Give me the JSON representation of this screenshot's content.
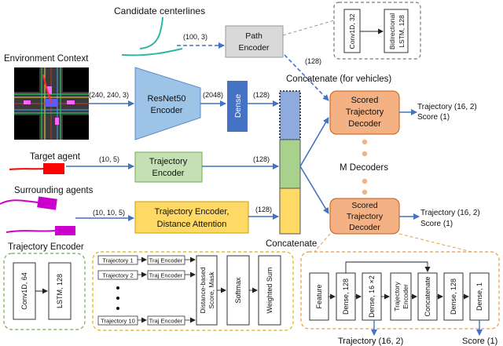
{
  "labels": {
    "candidate": "Candidate centerlines",
    "env": "Environment Context",
    "target": "Target agent",
    "surround": "Surrounding agents",
    "traj_enc_caption": "Trajectory Encoder",
    "concat_top": "Concatenate (for vehicles)",
    "concat_bottom": "Concatenate",
    "m_decoders": "M Decoders"
  },
  "shapes": {
    "path_encoder": [
      "Path",
      "Encoder"
    ],
    "resnet": [
      "ResNet50",
      "Encoder"
    ],
    "dense": "Dense",
    "traj_encoder": [
      "Trajectory",
      "Encoder"
    ],
    "traj_dist": [
      "Trajectory Encoder,",
      "Distance Attention"
    ],
    "decoder_top": [
      "Scored",
      "Trajectory",
      "Decoder"
    ],
    "decoder_bottom": [
      "Scored",
      "Trajectory",
      "Decoder"
    ]
  },
  "dims": {
    "path_in": "(100, 3)",
    "path_out": "(128)",
    "resnet_in": "(240, 240, 3)",
    "resnet_out": "(2048)",
    "dense_out": "(128)",
    "target_in": "(10, 5)",
    "traj_out": "(128)",
    "surround_in": "(10, 10, 5)",
    "dist_out": "(128)"
  },
  "outputs": {
    "top": [
      "Trajectory (16, 2)",
      "Score (1)"
    ],
    "bottom": [
      "Trajectory (16, 2)",
      "Score (1)"
    ],
    "bottom_traj": "Trajectory (16, 2)",
    "bottom_score": "Score (1)"
  },
  "path_detail": [
    "Conv1D, 32",
    "Bidirectional",
    "LSTM, 128"
  ],
  "encoder_detail": [
    "Conv1D, 64",
    "LSTM, 128"
  ],
  "attention_detail": {
    "rows": [
      "Trajectory 1",
      "Trajectory 2",
      "Trajectory 10"
    ],
    "traj_enc": "Traj Encoder",
    "score_mask": [
      "Distance-based",
      "Score, Mask"
    ],
    "softmax": "Softmax",
    "weighted_sum": "Weighted Sum"
  },
  "decoder_detail": [
    "Feature",
    "Dense, 128",
    "Dense, 16 ×2",
    "Trajectory",
    "Encoder",
    "Concatenate",
    "Dense, 128",
    "Dense, 1"
  ],
  "colors": {
    "blue": "#4472c4",
    "green_fill": "#c5e0b4",
    "green_border": "#70ad47",
    "orange_fill": "#f4b183",
    "orange_border": "#c55a11",
    "yellow_fill": "#ffd966",
    "gray_fill": "#d9d9d9",
    "resnet_fill": "#9dc3e6",
    "concat_blue": "#8faadc",
    "concat_green": "#a9d18e",
    "concat_yellow": "#ffd966",
    "target_red": "#ff0000",
    "surround_magenta": "#cc00cc",
    "centerline_teal": "#2fb5a5"
  }
}
